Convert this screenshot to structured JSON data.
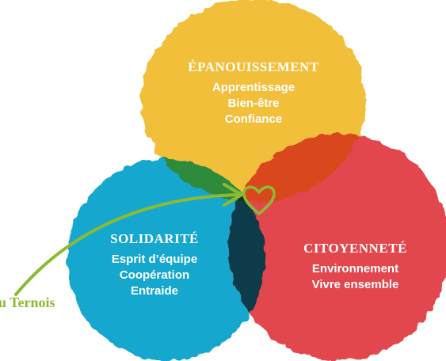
{
  "circles": {
    "top": {
      "title": "ÉPANOUISSEMENT",
      "items": [
        "Apprentissage",
        "Bien-être",
        "Confiance"
      ]
    },
    "left": {
      "title": "SOLIDARITÉ",
      "items": [
        "Esprit d’équipe",
        "Coopération",
        "Entraide"
      ]
    },
    "right": {
      "title": "CITOYENNETÉ",
      "items": [
        "Environnement",
        "Vivre ensemble"
      ]
    }
  },
  "side_label": "u Ternois",
  "center_icon": "heart-icon",
  "colors": {
    "yellow": "#f2bf3b",
    "blue": "#19a7cf",
    "red": "#e2474d",
    "green_overlap": "#2e8b3a",
    "redorange_overlap": "#d9471f",
    "navy_overlap": "#103b4a",
    "center": "#173421",
    "accent_green": "#8dba32"
  }
}
